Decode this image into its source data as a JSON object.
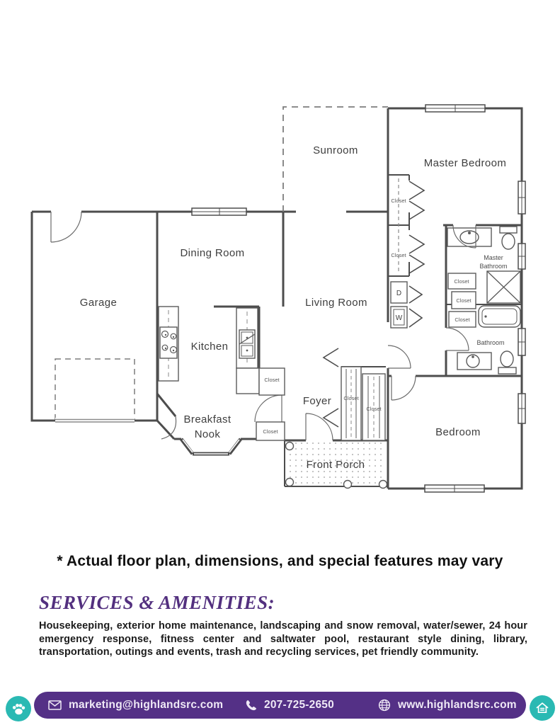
{
  "floor_plan": {
    "rooms": {
      "sunroom": "Sunroom",
      "master_bedroom": "Master Bedroom",
      "dining_room": "Dining Room",
      "garage": "Garage",
      "living_room": "Living Room",
      "kitchen": "Kitchen",
      "foyer": "Foyer",
      "breakfast_line1": "Breakfast",
      "breakfast_line2": "Nook",
      "front_porch": "Front Porch",
      "bedroom": "Bedroom",
      "master_bath_line1": "Master",
      "master_bath_line2": "Bathroom",
      "bathroom": "Bathroom"
    },
    "labels": {
      "closet": "Closet",
      "dryer": "D",
      "washer": "W"
    }
  },
  "disclaimer": "* Actual floor plan, dimensions, and special features may vary",
  "services": {
    "heading": "SERVICES & AMENITIES:",
    "body": "Housekeeping, exterior home maintenance, landscaping and snow removal, water/sewer, 24 hour emergency response, fitness center and saltwater pool, restaurant style dining, library, transportation, outings and events, trash and recycling services, pet friendly community."
  },
  "footer": {
    "email": "marketing@highlandsrc.com",
    "phone": "207-725-2650",
    "website": "www.highlandsrc.com"
  },
  "colors": {
    "heading_purple": "#53307f",
    "footer_purple": "#543086",
    "teal_accent": "#2ab9b3",
    "plan_line": "#4d4d4d"
  }
}
